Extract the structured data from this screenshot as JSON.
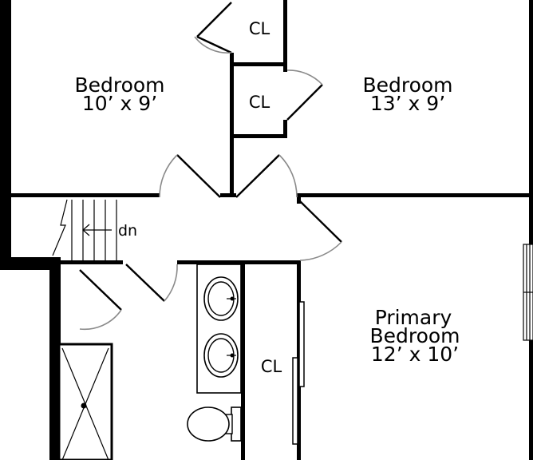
{
  "rooms": {
    "bedroom_left": {
      "name": "Bedroom",
      "size": "10’ x 9’"
    },
    "bedroom_right": {
      "name": "Bedroom",
      "size": "13’ x 9’"
    },
    "primary": {
      "name_line1": "Primary",
      "name_line2": "Bedroom",
      "size": "12’ x 10’"
    }
  },
  "closets": {
    "top": "CL",
    "middle": "CL",
    "primary": "CL"
  },
  "stairs": {
    "direction": "dn"
  },
  "colors": {
    "wall": "#000000",
    "door_swing": "#8a8a8a",
    "background": "#ffffff"
  }
}
